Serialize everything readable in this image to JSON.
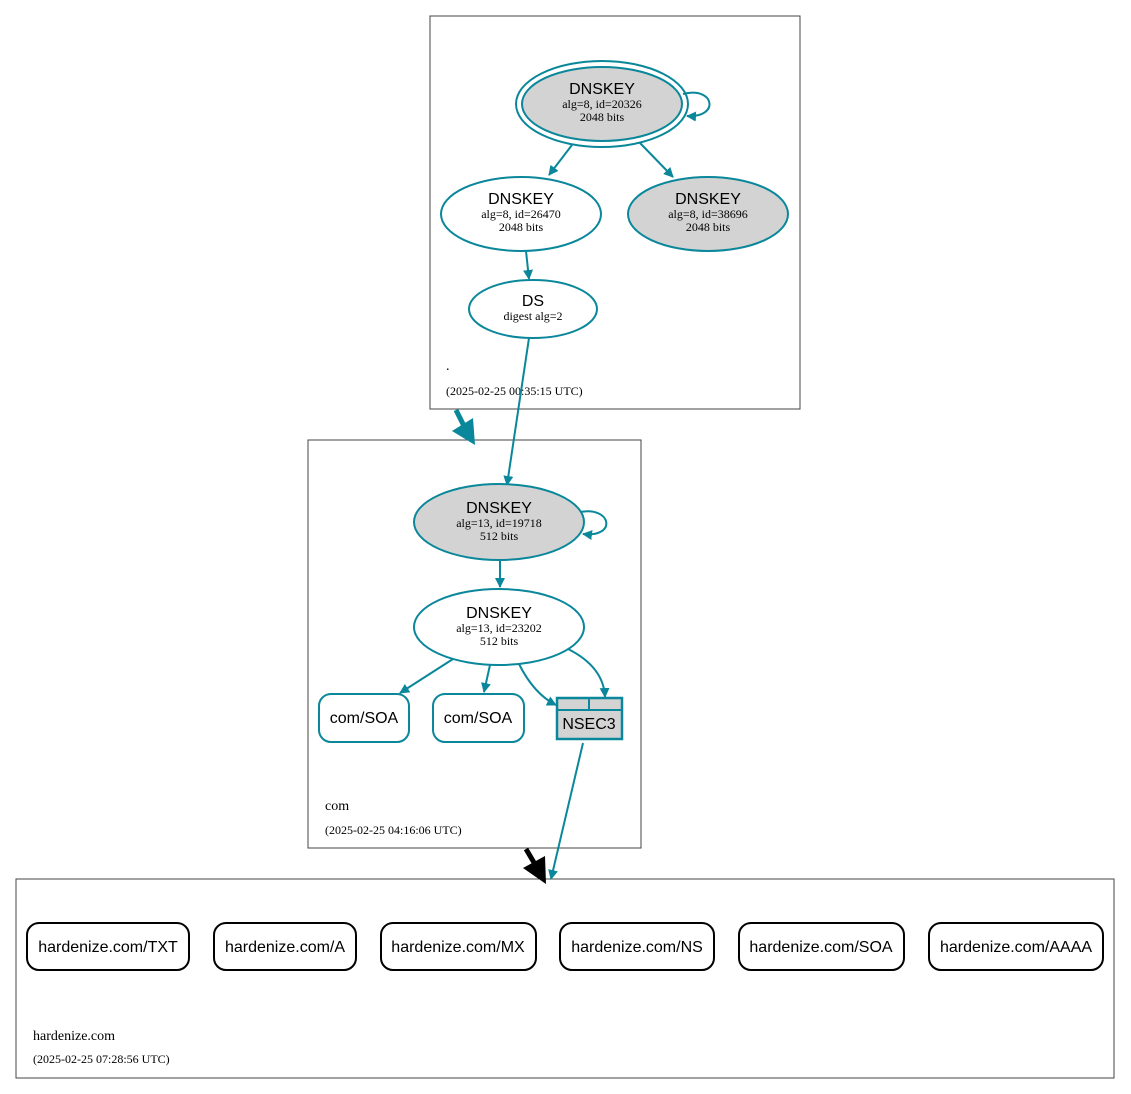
{
  "colors": {
    "edge": "#0a879a",
    "key_fill_grey": "#d3d3d3",
    "border": "#000000",
    "zone_border": "#444444"
  },
  "zones": {
    "root": {
      "label": ".",
      "time": "(2025-02-25 00:35:15 UTC)"
    },
    "com": {
      "label": "com",
      "time": "(2025-02-25 04:16:06 UTC)"
    },
    "hardenize": {
      "label": "hardenize.com",
      "time": "(2025-02-25 07:28:56 UTC)"
    }
  },
  "nodes": {
    "root_ksk": {
      "title": "DNSKEY",
      "line1": "alg=8, id=20326",
      "line2": "2048 bits"
    },
    "root_zsk": {
      "title": "DNSKEY",
      "line1": "alg=8, id=26470",
      "line2": "2048 bits"
    },
    "root_key3": {
      "title": "DNSKEY",
      "line1": "alg=8, id=38696",
      "line2": "2048 bits"
    },
    "root_ds": {
      "title": "DS",
      "line1": "digest alg=2"
    },
    "com_ksk": {
      "title": "DNSKEY",
      "line1": "alg=13, id=19718",
      "line2": "512 bits"
    },
    "com_zsk": {
      "title": "DNSKEY",
      "line1": "alg=13, id=23202",
      "line2": "512 bits"
    },
    "com_soa1": {
      "title": "com/SOA"
    },
    "com_soa2": {
      "title": "com/SOA"
    },
    "nsec3": {
      "title": "NSEC3"
    }
  },
  "records": [
    "hardenize.com/TXT",
    "hardenize.com/A",
    "hardenize.com/MX",
    "hardenize.com/NS",
    "hardenize.com/SOA",
    "hardenize.com/AAAA"
  ]
}
